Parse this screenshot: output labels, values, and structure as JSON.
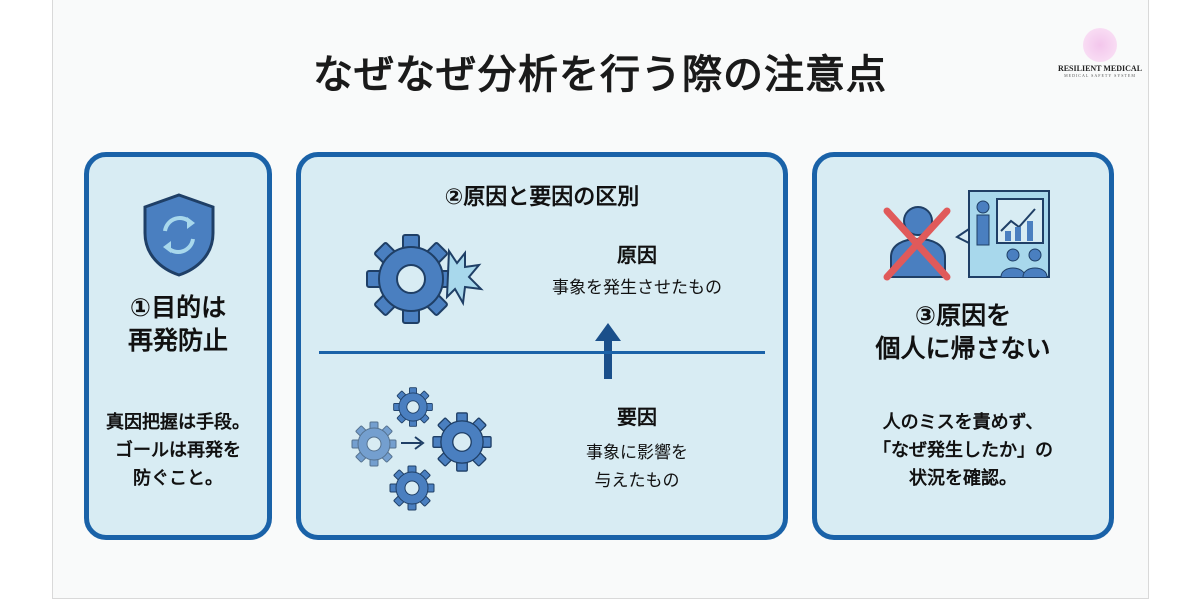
{
  "title": "なぜなぜ分析を行う際の注意点",
  "logo": {
    "name": "RESILIENT MEDICAL",
    "tagline": "MEDICAL SAFETY SYSTEM"
  },
  "panels": [
    {
      "heading_line1": "①目的は",
      "heading_line2": "再発防止",
      "body": [
        "真因把握は手段。",
        "ゴールは再発を",
        "防ぐこと。"
      ]
    },
    {
      "heading": "②原因と要因の区別",
      "cause": {
        "label": "原因",
        "desc": "事象を発生させたもの"
      },
      "factor": {
        "label": "要因",
        "desc_line1": "事象に影響を",
        "desc_line2": "与えたもの"
      }
    },
    {
      "heading_line1": "③原因を",
      "heading_line2": "個人に帰さない",
      "body": [
        "人のミスを責めず、",
        "「なぜ発生したか」の",
        "状況を確認。"
      ]
    }
  ],
  "colors": {
    "border": "#1a62a8",
    "panel": "#d8ecf3",
    "icon": "#4a7fc0",
    "icon_light": "#a8d8ec",
    "cross": "#e05a5a"
  }
}
